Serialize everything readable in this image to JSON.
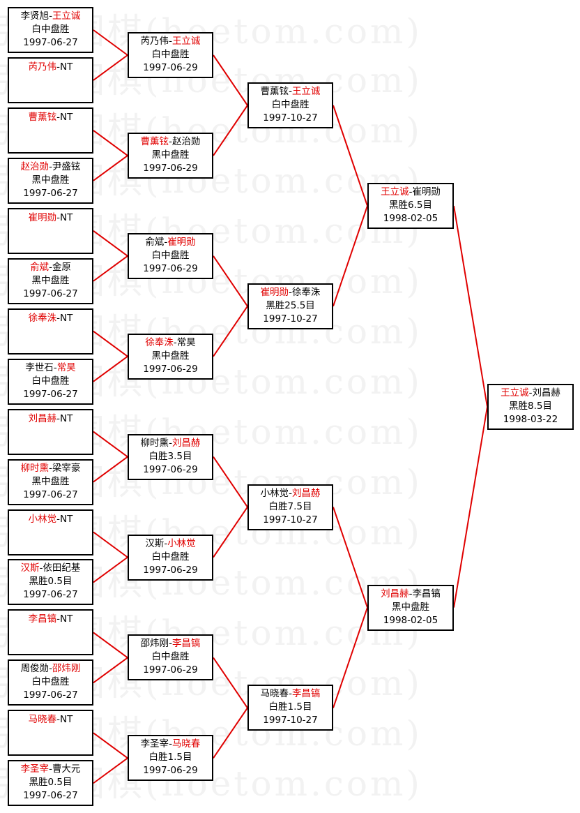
{
  "watermark": "弘通围棋(hoetom.com)",
  "colors": {
    "winner": "#e00000",
    "line": "#e00000",
    "border": "#000000"
  },
  "matches": [
    {
      "id": "r1_1",
      "round": 1,
      "slot": 1,
      "p1": "李贤旭",
      "p2": "王立诚",
      "winner": 2,
      "result": "白中盘胜",
      "date": "1997-06-27"
    },
    {
      "id": "r1_2",
      "round": 1,
      "slot": 2,
      "p1": "芮乃伟",
      "p2": "NT",
      "winner": 1,
      "result": "",
      "date": ""
    },
    {
      "id": "r1_3",
      "round": 1,
      "slot": 3,
      "p1": "曹薰铉",
      "p2": "NT",
      "winner": 1,
      "result": "",
      "date": ""
    },
    {
      "id": "r1_4",
      "round": 1,
      "slot": 4,
      "p1": "赵治勋",
      "p2": "尹盛铉",
      "winner": 1,
      "result": "黑中盘胜",
      "date": "1997-06-27"
    },
    {
      "id": "r1_5",
      "round": 1,
      "slot": 5,
      "p1": "崔明勋",
      "p2": "NT",
      "winner": 1,
      "result": "",
      "date": ""
    },
    {
      "id": "r1_6",
      "round": 1,
      "slot": 6,
      "p1": "俞斌",
      "p2": "金原",
      "winner": 1,
      "result": "黑中盘胜",
      "date": "1997-06-27"
    },
    {
      "id": "r1_7",
      "round": 1,
      "slot": 7,
      "p1": "徐奉洙",
      "p2": "NT",
      "winner": 1,
      "result": "",
      "date": ""
    },
    {
      "id": "r1_8",
      "round": 1,
      "slot": 8,
      "p1": "李世石",
      "p2": "常昊",
      "winner": 2,
      "result": "白中盘胜",
      "date": "1997-06-27"
    },
    {
      "id": "r1_9",
      "round": 1,
      "slot": 9,
      "p1": "刘昌赫",
      "p2": "NT",
      "winner": 1,
      "result": "",
      "date": ""
    },
    {
      "id": "r1_10",
      "round": 1,
      "slot": 10,
      "p1": "柳时熏",
      "p2": "梁宰豪",
      "winner": 1,
      "result": "黑中盘胜",
      "date": "1997-06-27"
    },
    {
      "id": "r1_11",
      "round": 1,
      "slot": 11,
      "p1": "小林觉",
      "p2": "NT",
      "winner": 1,
      "result": "",
      "date": ""
    },
    {
      "id": "r1_12",
      "round": 1,
      "slot": 12,
      "p1": "汉斯",
      "p2": "依田纪基",
      "winner": 1,
      "result": "黑胜0.5目",
      "date": "1997-06-27"
    },
    {
      "id": "r1_13",
      "round": 1,
      "slot": 13,
      "p1": "李昌镐",
      "p2": "NT",
      "winner": 1,
      "result": "",
      "date": ""
    },
    {
      "id": "r1_14",
      "round": 1,
      "slot": 14,
      "p1": "周俊勋",
      "p2": "邵炜刚",
      "winner": 2,
      "result": "白中盘胜",
      "date": "1997-06-27"
    },
    {
      "id": "r1_15",
      "round": 1,
      "slot": 15,
      "p1": "马晓春",
      "p2": "NT",
      "winner": 1,
      "result": "",
      "date": ""
    },
    {
      "id": "r1_16",
      "round": 1,
      "slot": 16,
      "p1": "李圣宰",
      "p2": "曹大元",
      "winner": 1,
      "result": "黑胜0.5目",
      "date": "1997-06-27"
    },
    {
      "id": "r2_1",
      "round": 2,
      "slot": 1,
      "p1": "芮乃伟",
      "p2": "王立诚",
      "winner": 2,
      "result": "白中盘胜",
      "date": "1997-06-29"
    },
    {
      "id": "r2_2",
      "round": 2,
      "slot": 2,
      "p1": "曹薰铉",
      "p2": "赵治勋",
      "winner": 1,
      "result": "黑中盘胜",
      "date": "1997-06-29"
    },
    {
      "id": "r2_3",
      "round": 2,
      "slot": 3,
      "p1": "俞斌",
      "p2": "崔明勋",
      "winner": 2,
      "result": "白中盘胜",
      "date": "1997-06-29"
    },
    {
      "id": "r2_4",
      "round": 2,
      "slot": 4,
      "p1": "徐奉洙",
      "p2": "常昊",
      "winner": 1,
      "result": "黑中盘胜",
      "date": "1997-06-29"
    },
    {
      "id": "r2_5",
      "round": 2,
      "slot": 5,
      "p1": "柳时熏",
      "p2": "刘昌赫",
      "winner": 2,
      "result": "白胜3.5目",
      "date": "1997-06-29"
    },
    {
      "id": "r2_6",
      "round": 2,
      "slot": 6,
      "p1": "汉斯",
      "p2": "小林觉",
      "winner": 2,
      "result": "白中盘胜",
      "date": "1997-06-29"
    },
    {
      "id": "r2_7",
      "round": 2,
      "slot": 7,
      "p1": "邵炜刚",
      "p2": "李昌镐",
      "winner": 2,
      "result": "白中盘胜",
      "date": "1997-06-29"
    },
    {
      "id": "r2_8",
      "round": 2,
      "slot": 8,
      "p1": "李圣宰",
      "p2": "马晓春",
      "winner": 2,
      "result": "白胜1.5目",
      "date": "1997-06-29"
    },
    {
      "id": "r3_1",
      "round": 3,
      "slot": 1,
      "p1": "曹薰铉",
      "p2": "王立诚",
      "winner": 2,
      "result": "白中盘胜",
      "date": "1997-10-27"
    },
    {
      "id": "r3_2",
      "round": 3,
      "slot": 2,
      "p1": "崔明勋",
      "p2": "徐奉洙",
      "winner": 1,
      "result": "黑胜25.5目",
      "date": "1997-10-27"
    },
    {
      "id": "r3_3",
      "round": 3,
      "slot": 3,
      "p1": "小林觉",
      "p2": "刘昌赫",
      "winner": 2,
      "result": "白胜7.5目",
      "date": "1997-10-27"
    },
    {
      "id": "r3_4",
      "round": 3,
      "slot": 4,
      "p1": "马晓春",
      "p2": "李昌镐",
      "winner": 2,
      "result": "白胜1.5目",
      "date": "1997-10-27"
    },
    {
      "id": "r4_1",
      "round": 4,
      "slot": 1,
      "p1": "王立诚",
      "p2": "崔明勋",
      "winner": 1,
      "result": "黑胜6.5目",
      "date": "1998-02-05"
    },
    {
      "id": "r4_2",
      "round": 4,
      "slot": 2,
      "p1": "刘昌赫",
      "p2": "李昌镐",
      "winner": 1,
      "result": "黑中盘胜",
      "date": "1998-02-05"
    },
    {
      "id": "r5_1",
      "round": 5,
      "slot": 1,
      "p1": "王立诚",
      "p2": "刘昌赫",
      "winner": 1,
      "result": "黑胜8.5目",
      "date": "1998-03-22"
    }
  ]
}
